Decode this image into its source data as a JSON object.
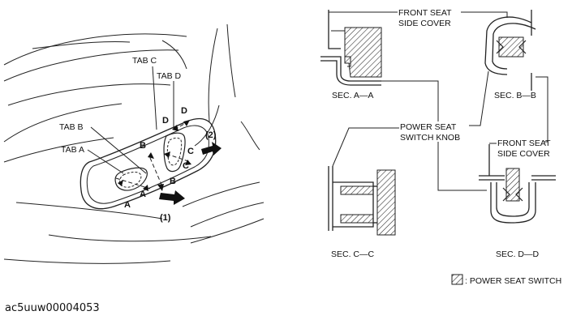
{
  "labels": {
    "tab_c": "TAB C",
    "tab_d": "TAB D",
    "tab_b": "TAB B",
    "tab_a": "TAB A",
    "front_seat_side_cover_1": "FRONT SEAT",
    "front_seat_side_cover_2": "SIDE COVER",
    "power_seat_switch_knob_1": "POWER SEAT",
    "power_seat_switch_knob_2": "SWITCH KNOB",
    "legend": ": POWER SEAT SWITCH"
  },
  "section_marks": {
    "a": "A",
    "b": "B",
    "c": "C",
    "d": "D"
  },
  "step_marks": {
    "step1": "(1)",
    "step2": "(2)"
  },
  "sections": {
    "aa": "SEC. A—A",
    "bb": "SEC. B—B",
    "cc": "SEC. C—C",
    "dd": "SEC. D—D"
  },
  "image_id": "ac5uuw00004053"
}
